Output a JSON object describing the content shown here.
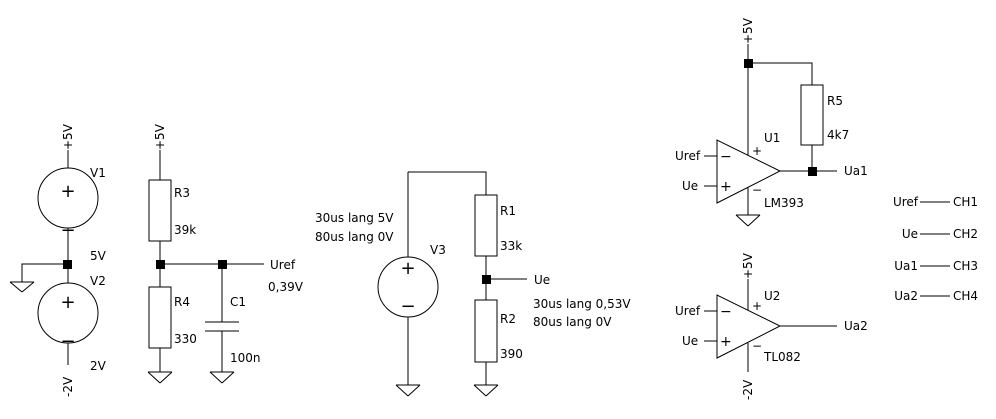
{
  "sources": {
    "v1": {
      "name": "V1",
      "value": "5V",
      "plus": "+",
      "minus": "−"
    },
    "v2": {
      "name": "V2",
      "value": "2V",
      "plus": "+",
      "minus": "−"
    },
    "v3": {
      "name": "V3",
      "value_lines": [
        "30us lang 5V",
        "80us lang 0V"
      ],
      "plus": "+",
      "minus": "−"
    }
  },
  "supply": {
    "pos": "+5V",
    "neg": "-2V"
  },
  "resistors": {
    "r1": {
      "name": "R1",
      "value": "33k"
    },
    "r2": {
      "name": "R2",
      "value": "390"
    },
    "r3": {
      "name": "R3",
      "value": "39k"
    },
    "r4": {
      "name": "R4",
      "value": "330"
    },
    "r5": {
      "name": "R5",
      "value": "4k7"
    }
  },
  "capacitor": {
    "name": "C1",
    "value": "100n"
  },
  "nets": {
    "uref": {
      "name": "Uref",
      "value": "0,39V"
    },
    "ue": {
      "name": "Ue",
      "value_lines": [
        "30us lang 0,53V",
        "80us lang 0V"
      ]
    },
    "ua1": "Ua1",
    "ua2": "Ua2"
  },
  "opamps": {
    "u1": {
      "name": "U1",
      "part": "LM393",
      "minus": "−",
      "plus": "+"
    },
    "u2": {
      "name": "U2",
      "part": "TL082",
      "minus": "−",
      "plus": "+"
    }
  },
  "channels": [
    {
      "signal": "Uref",
      "channel": "CH1"
    },
    {
      "signal": "Ue",
      "channel": "CH2"
    },
    {
      "signal": "Ua1",
      "channel": "CH3"
    },
    {
      "signal": "Ua2",
      "channel": "CH4"
    }
  ]
}
